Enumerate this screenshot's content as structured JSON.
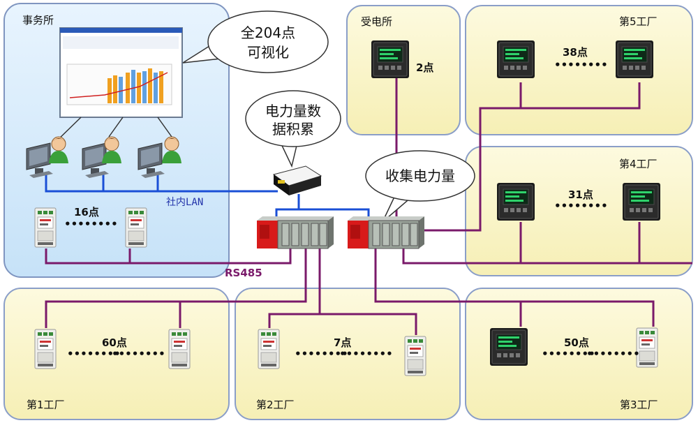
{
  "regions": {
    "office": "事务所",
    "substation": "受电所",
    "factory5": "第5工厂",
    "factory4": "第4工厂",
    "factory1": "第1工厂",
    "factory2": "第2工厂",
    "factory3": "第3工厂"
  },
  "counts": {
    "office": "16点",
    "substation": "2点",
    "factory5": "38点",
    "factory4": "31点",
    "factory1": "60点",
    "factory2": "7点",
    "factory3": "50点"
  },
  "bubbles": {
    "visualize_line1": "全204点",
    "visualize_line2": "可视化",
    "accumulate_line1": "电力量数",
    "accumulate_line2": "据积累",
    "collect": "收集电力量"
  },
  "network": {
    "lan": "社内LAN",
    "rs485": "RS485"
  },
  "dots": "••••••••",
  "colors": {
    "office_fill": "#cfe8fb",
    "factory_fill": "#fbf6c8",
    "frame_stroke": "#8aa0c8",
    "lan_line": "#1a4fd6",
    "rs485_line": "#7a1a6a",
    "plc_red": "#d81a1a",
    "plc_gray": "#9aa39a"
  },
  "icons": [
    "desktop-computer-icon",
    "user-avatar-icon",
    "panel-meter-icon",
    "din-rail-meter-icon",
    "plc-icon",
    "data-logger-icon",
    "chart-monitor-icon"
  ]
}
